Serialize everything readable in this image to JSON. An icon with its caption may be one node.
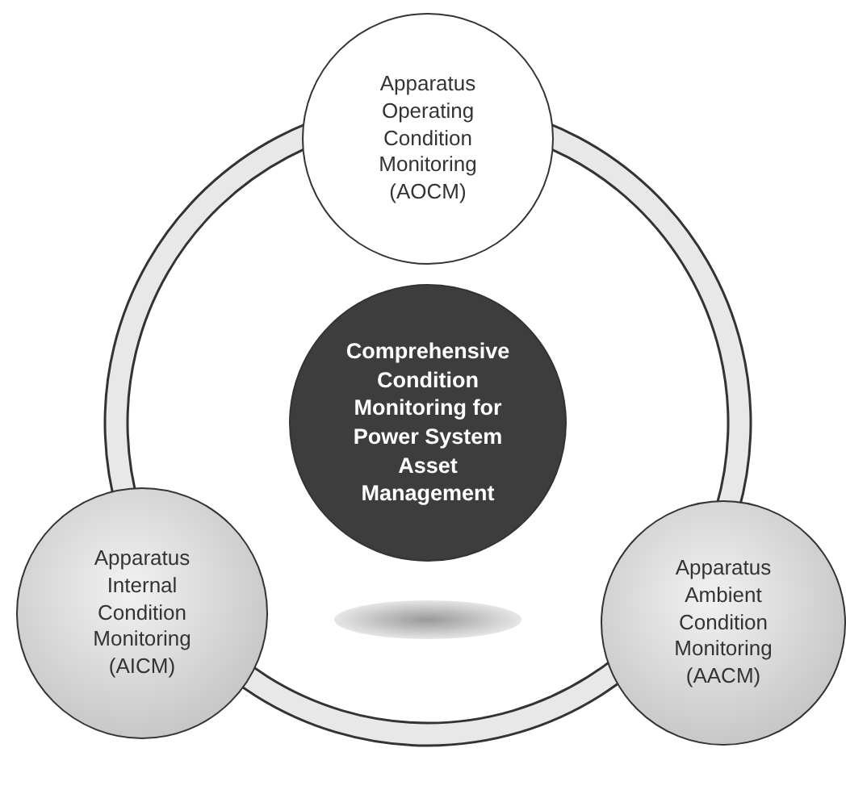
{
  "diagram": {
    "nodes": [
      {
        "text": [
          "Apparatus Operating Condition Monitoring (AOCM)"
        ]
      },
      {
        "text": [
          "Comprehensive Condition Monitoring for Power System Asset Management"
        ]
      },
      {
        "text": [
          "Apparatus Internal Condition Monitoring (AICM)"
        ]
      },
      {
        "text": [
          "Apparatus Ambient Condition Monitoring (AACM)"
        ]
      }
    ]
  }
}
